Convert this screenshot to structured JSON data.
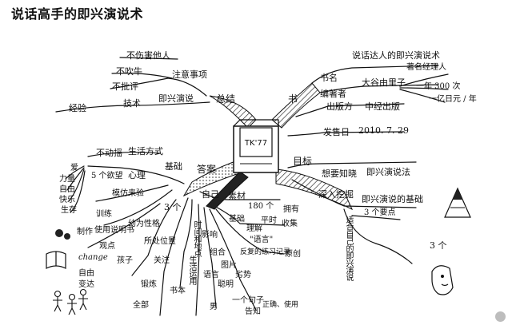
{
  "title": "说话高手的即兴演说术",
  "center": {
    "sign": "TK'77"
  },
  "branches": {
    "summary": "总结",
    "book": "书",
    "goal": "目标",
    "answer": "答案",
    "foundation": "基础",
    "self": "自己",
    "material": "素材"
  },
  "nodes": {
    "no_harm": "不伤害他人",
    "no_brag": "不吹牛",
    "no_criticize": "不批评",
    "notes": "注意事项",
    "experience": "经验",
    "skill": "技术",
    "improv_speech": "即兴演说",
    "title_label": "书名",
    "title_value": "说话达人的即兴演说术",
    "author": "编著者",
    "author_name": "大谷由里子",
    "manager": "著名经理人",
    "per_year_300": "一年 300 次",
    "yen_per_year": "一亿日元 / 年",
    "publisher_label": "出版方",
    "publisher_value": "中经出版",
    "date_label": "发售日",
    "date_value": "2010. 7. 29",
    "want_to_know": "想要知晓",
    "speech_method": "即兴演说法",
    "dig_deep": "深入挖掘",
    "speech_basics": "即兴演说的基础",
    "three_points": "3 个要点",
    "suitable_speech": "适合自己的即兴演说",
    "three": "3 个",
    "no_move": "不动摇",
    "lifestyle": "生活方式",
    "love": "爱",
    "power": "力量",
    "freedom1": "自由",
    "happiness": "快乐",
    "survival": "生存",
    "five_desires": "5 个欲望",
    "psychology": "心理",
    "imitate": "模仿来验",
    "training": "训练",
    "create": "制作",
    "use_manual": "使用说明书",
    "view": "观点",
    "childhood": "幼为性格",
    "stance": "所处位置",
    "change_en": "change",
    "freedom2": "自由",
    "change": "变达",
    "child": "孩子",
    "respect": "关注",
    "three_self": "3 个",
    "count_180": "180 个",
    "have": "拥有",
    "use": "平时",
    "collect": "收集",
    "basics": "基础",
    "comprehend": "理解",
    "quote": "\"语言\"",
    "repeat_note": "反复的练习记录",
    "principle": "原创",
    "combine": "组合",
    "pictures": "图片",
    "bad": "劣势",
    "time_place": "时间和地点",
    "influence": "影响",
    "lang": "语言",
    "smart": "聪明",
    "exercise": "锻炼",
    "book_reading": "书本",
    "all": "全部",
    "sentence": "一个句子",
    "life_use": "生活运用",
    "male": "男",
    "inform": "告知",
    "right_use": "正确、使用"
  }
}
